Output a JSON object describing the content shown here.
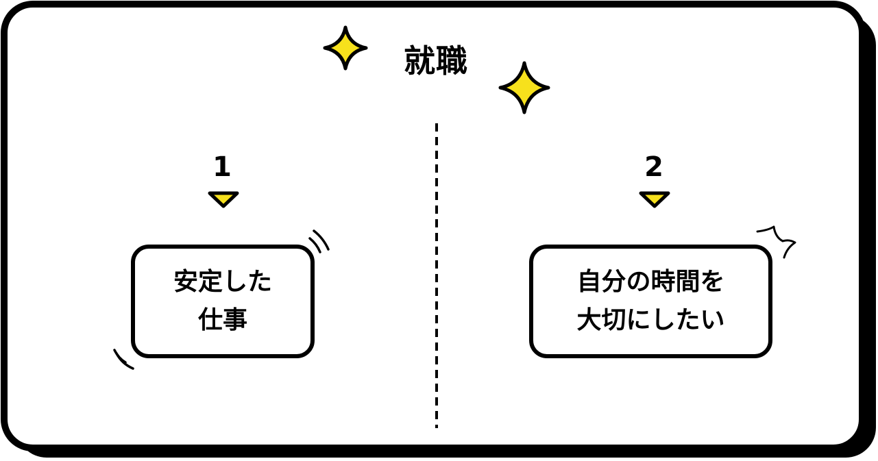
{
  "title": "就職",
  "colors": {
    "accent": "#F7E11C",
    "outline": "#000000",
    "background": "#FFFFFF"
  },
  "items": [
    {
      "number": "1",
      "text": "安定した\n仕事"
    },
    {
      "number": "2",
      "text": "自分の時間を\n大切にしたい"
    }
  ],
  "icons": [
    "sparkle-icon",
    "arrow-down-icon",
    "vibration-lines-icon",
    "shout-lines-icon"
  ]
}
